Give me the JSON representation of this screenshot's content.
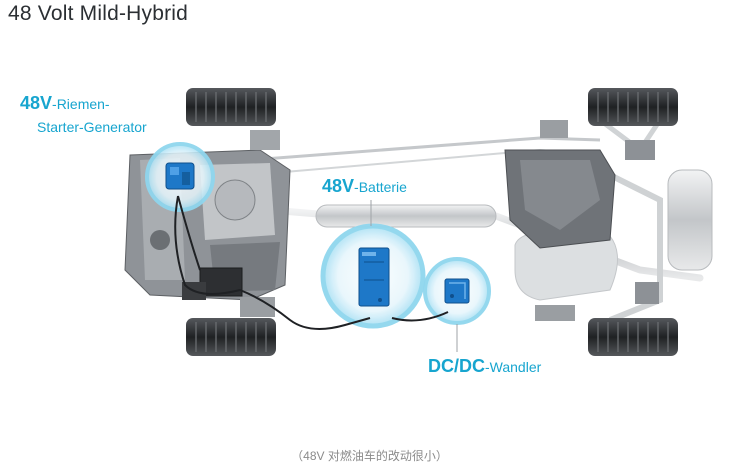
{
  "title": "48 Volt Mild-Hybrid",
  "caption": "（48V 对燃油车的改动很小）",
  "labels": {
    "rsg": {
      "bold": "48V",
      "rest_line1": "-Riemen-",
      "line2": "Starter-Generator"
    },
    "battery": {
      "bold": "48V",
      "rest": "-Batterie"
    },
    "dcdc": {
      "bold": "DC/DC",
      "rest": "-Wandler"
    }
  },
  "colors": {
    "accent": "#17a5cf",
    "component_blue": "#1e78c8",
    "glow": "#bfe8f5",
    "chassis": "#cfd2d4",
    "tire": "#2e3033",
    "engine": "#8c9095",
    "title": "#2b2f33",
    "caption": "#8b8b8b"
  },
  "icons": [
    "rsg-component",
    "battery-component",
    "dcdc-converter-component",
    "tire",
    "engine",
    "transmission",
    "fuel-tank",
    "muffler"
  ]
}
